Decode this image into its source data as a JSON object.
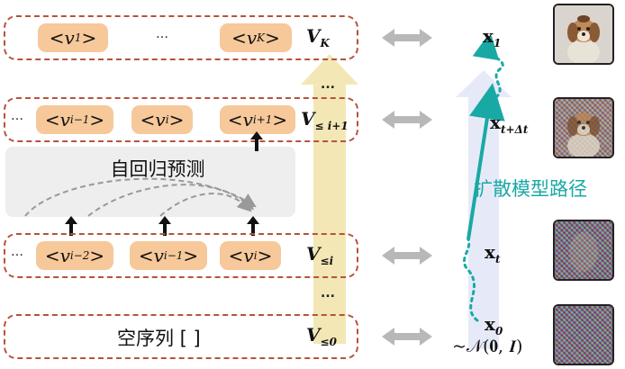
{
  "rows": {
    "row_k": {
      "tokens": [
        {
          "base": "<v",
          "sub": "1",
          "close": ">"
        },
        {
          "base": "<v",
          "sub": "K",
          "close": ">"
        }
      ],
      "ellipsis": "…",
      "label_base": "V",
      "label_sub": "K"
    },
    "row_i1": {
      "tokens": [
        {
          "base": "<v",
          "sub": "i−1",
          "close": ">"
        },
        {
          "base": "<v",
          "sub": "i",
          "close": ">"
        },
        {
          "base": "<v",
          "sub": "i+1",
          "close": ">"
        }
      ],
      "ellipsis": "…",
      "label_base": "V",
      "label_sub": "≤ i+1"
    },
    "row_i": {
      "tokens": [
        {
          "base": "<v",
          "sub": "i−2",
          "close": ">"
        },
        {
          "base": "<v",
          "sub": "i−1",
          "close": ">"
        },
        {
          "base": "<v",
          "sub": "i",
          "close": ">"
        }
      ],
      "ellipsis": "…",
      "label_base": "V",
      "label_sub": "≤i"
    },
    "row_0": {
      "text": "空序列 [ ]",
      "label_base": "V",
      "label_sub": "≤0"
    }
  },
  "autoregressive_label": "自回归预测",
  "column_ellipsis": "...",
  "diffusion": {
    "path_label": "扩散模型路径",
    "x1_base": "x",
    "x1_sub": "1",
    "xtdt_base": "x",
    "xtdt_sub": "t+Δt",
    "xt_base": "x",
    "xt_sub": "t",
    "x0_base": "x",
    "x0_sub": "0",
    "prior": "~𝒩(𝟎, 𝑰)"
  },
  "colors": {
    "token_fill": "#f6c89a",
    "box_border": "#b5533c",
    "teal": "#19a9a5",
    "gray_arrow": "#b8b8b8",
    "yellow_arrow": "#f3e7b6",
    "blue_arrow": "#e6eaf8"
  },
  "icons": {
    "bidirectional": "double-headed-arrow",
    "up": "up-arrow"
  }
}
